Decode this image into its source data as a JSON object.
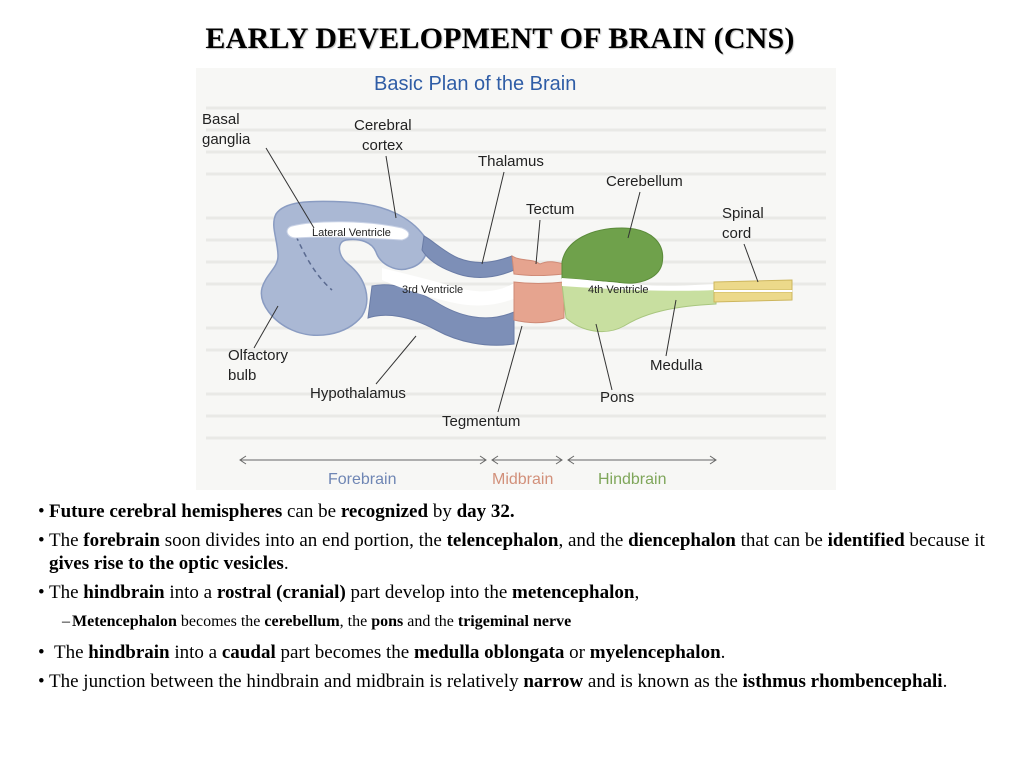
{
  "title": "EARLY DEVELOPMENT OF BRAIN (CNS)",
  "figure": {
    "heading": "Basic Plan of the Brain",
    "labels": {
      "basal_ganglia_1": "Basal",
      "basal_ganglia_2": "ganglia",
      "cerebral_cortex_1": "Cerebral",
      "cerebral_cortex_2": "cortex",
      "thalamus": "Thalamus",
      "cerebellum": "Cerebellum",
      "tectum": "Tectum",
      "spinal_cord_1": "Spinal",
      "spinal_cord_2": "cord",
      "lateral_ventricle": "Lateral Ventricle",
      "third_ventricle": "3rd Ventricle",
      "fourth_ventricle": "4th Ventricle",
      "olfactory_bulb_1": "Olfactory",
      "olfactory_bulb_2": "bulb",
      "hypothalamus": "Hypothalamus",
      "medulla": "Medulla",
      "pons": "Pons",
      "tegmentum": "Tegmentum"
    },
    "regions": {
      "forebrain": "Forebrain",
      "midbrain": "Midbrain",
      "hindbrain": "Hindbrain"
    },
    "colors": {
      "forebrain": "#a9b7d3",
      "forebrain_dark": "#7f90b8",
      "midbrain": "#e6a48f",
      "cerebellum": "#6fa14b",
      "hindbrain": "#c6df9e",
      "spinal": "#ecd98a",
      "heading": "#2f5da6"
    }
  },
  "bullets": [
    {
      "dot": "•",
      "t1b": "Future cerebral hemispheres",
      "t2": " can be ",
      "t3b": "recognized",
      "t4": " by ",
      "t5b": "day 32."
    },
    {
      "dot": "•",
      "t1": "The ",
      "t2b": "forebrain",
      "t3": " soon divides into an end portion, the ",
      "t4b": "telencephalon",
      "t5": ", and the ",
      "t6b": "diencephalon",
      "t7": " that can be ",
      "t8b": "identified",
      "t9": " because it ",
      "t10b": "gives rise to the optic vesicles",
      "t11": "."
    },
    {
      "dot": "•",
      "t1": "The ",
      "t2b": "hindbrain",
      "t3": " into a ",
      "t4b": "rostral (cranial)",
      "t5": " part develop into the ",
      "t6b": "metencephalon",
      "t7": ","
    },
    {
      "dot": "–",
      "t1b": "Metencephalon",
      "t2": " becomes the ",
      "t3b": "cerebellum",
      "t4": ", the ",
      "t5b": "pons",
      "t6": " and the ",
      "t7b": "trigeminal nerve"
    },
    {
      "dot": "•",
      "t1": " The ",
      "t2b": "hindbrain",
      "t3": " into a ",
      "t4b": "caudal",
      "t5": " part becomes the ",
      "t6b": "medulla oblongata",
      "t7": " or ",
      "t8b": "myelencephalon",
      "t9": "."
    },
    {
      "dot": "•",
      "t1": "The junction between the hindbrain and midbrain is relatively ",
      "t2b": "narrow",
      "t3": " and is known as the ",
      "t4b": "isthmus rhombencephali",
      "t5": "."
    }
  ]
}
